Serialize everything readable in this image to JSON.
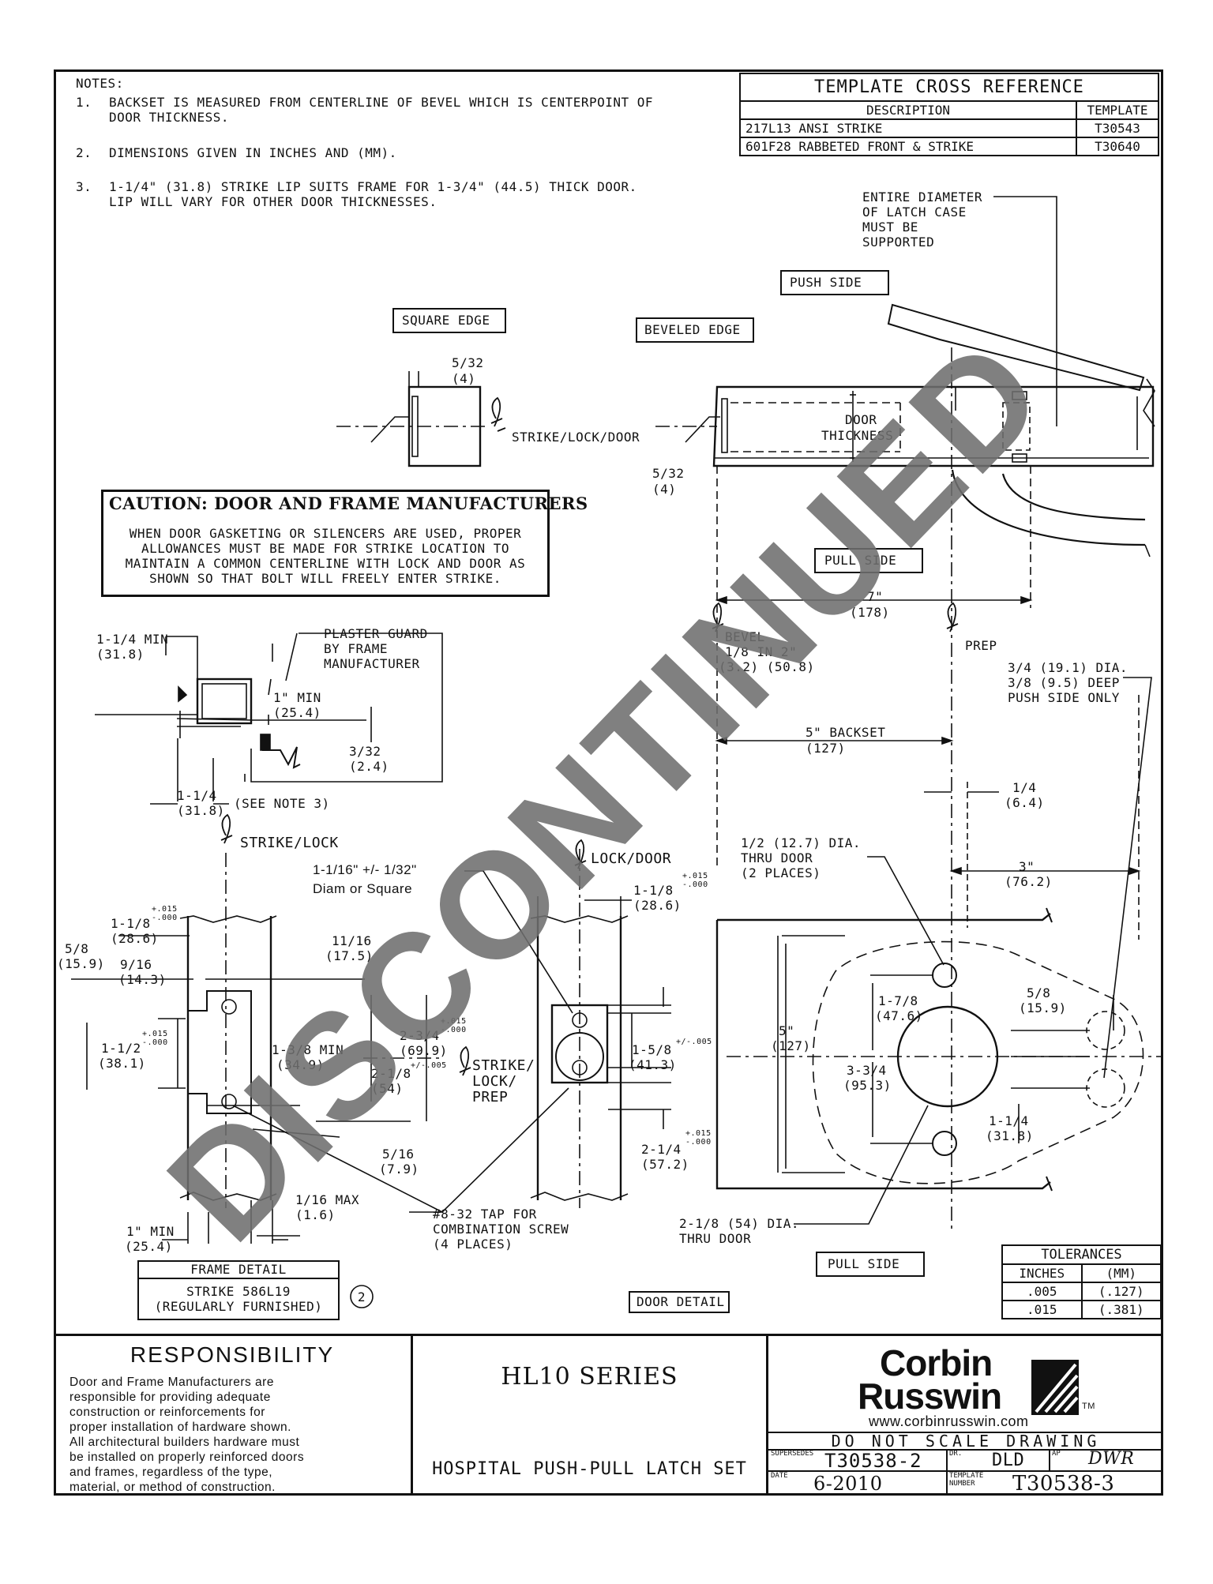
{
  "notes": {
    "heading": "NOTES:",
    "n1_num": "1.",
    "n1_l1": "BACKSET IS MEASURED FROM CENTERLINE OF BEVEL WHICH IS CENTERPOINT OF",
    "n1_l2": "DOOR THICKNESS.",
    "n2_num": "2.",
    "n2_l1": "DIMENSIONS GIVEN IN INCHES AND (MM).",
    "n3_num": "3.",
    "n3_l1": "1-1/4\" (31.8) STRIKE LIP SUITS FRAME FOR 1-3/4\" (44.5) THICK DOOR.",
    "n3_l2": "LIP WILL VARY FOR OTHER DOOR THICKNESSES."
  },
  "cross_ref": {
    "title": "TEMPLATE CROSS REFERENCE",
    "col_desc": "DESCRIPTION",
    "col_tmpl": "TEMPLATE",
    "rows": [
      {
        "desc": "217L13 ANSI STRIKE",
        "tmpl": "T30543"
      },
      {
        "desc": "601F28 RABBETED FRONT & STRIKE",
        "tmpl": "T30640"
      }
    ]
  },
  "labels": {
    "entire_l1": "ENTIRE DIAMETER",
    "entire_l2": "OF LATCH CASE",
    "entire_l3": "MUST BE",
    "entire_l4": "SUPPORTED",
    "push_side": "PUSH SIDE",
    "square_edge": "SQUARE EDGE",
    "beveled_edge": "BEVELED EDGE",
    "dim_532_a": "5/32",
    "dim_4_a": "(4)",
    "cl_strike_lock_door": "STRIKE/LOCK/DOOR",
    "door_thickness_l1": "DOOR",
    "door_thickness_l2": "THICKNESS",
    "dim_532_b": "5/32",
    "dim_4_b": "(4)",
    "pull_side_top": "PULL SIDE",
    "dim_7": "7\"",
    "dim_178": "(178)",
    "bevel_l1": "BEVEL",
    "bevel_l2": "1/8 IN 2\"",
    "bevel_l3": "(3.2) (50.8)",
    "prep": "PREP",
    "dia34_l1": "3/4 (19.1) DIA.",
    "dia34_l2": "3/8 (9.5) DEEP",
    "dia34_l3": "PUSH SIDE ONLY",
    "backset_l1": "5\" BACKSET",
    "backset_l2": "(127)",
    "q14_l1": "1/4",
    "q14_l2": "(6.4)",
    "dia12_l1": "1/2 (12.7) DIA.",
    "dia12_l2": "THRU DOOR",
    "dia12_l3": "(2 PLACES)",
    "d3_l1": "3\"",
    "d3_l2": "(76.2)",
    "pg_l1": "1-1/4 MIN",
    "pg_l2": "(31.8)",
    "pg_l3": "PLASTER GUARD",
    "pg_l4": "BY FRAME",
    "pg_l5": "MANUFACTURER",
    "pg_l6": "1\" MIN",
    "pg_l7": "(25.4)",
    "pg_l8": "3/32",
    "pg_l9": "(2.4)",
    "pg_l10": "1-1/4",
    "pg_l11": "(31.8)",
    "pg_l12": "(SEE NOTE 3)",
    "cl_strike_lock": "STRIKE/LOCK",
    "cl_lock_door": "LOCK/DOOR",
    "diam_sq_l1": "1-1/16\" +/- 1/32\"",
    "diam_sq_l2": "Diam or Square",
    "ld_118": "1-1/8",
    "ld_286": "(28.6)",
    "tol_015": "+.015",
    "tol_000": "-.000",
    "st_118": "1-1/8",
    "st_286": "(28.6)",
    "st_58": "5/8",
    "st_159": "(15.9)",
    "st_916": "9/16",
    "st_143": "(14.3)",
    "st_1116": "11/16",
    "st_175": "(17.5)",
    "st_112": "1-1/2",
    "st_381": "(38.1)",
    "st_138": "1-3/8 MIN",
    "st_349": "(34.9)",
    "st_234": "2-3/4",
    "st_699": "(69.9)",
    "st_218": "2-1/8",
    "st_54": "(54)",
    "tol_005": "+/-.005",
    "cl_slp_l1": "STRIKE/",
    "cl_slp_l2": "LOCK/",
    "cl_slp_l3": "PREP",
    "ld_158": "1-5/8",
    "ld_413": "(41.3)",
    "ld_214": "2-1/4",
    "ld_572": "(57.2)",
    "st_516": "5/16",
    "st_79": "(7.9)",
    "st_116": "1/16 MAX",
    "st_16": "(1.6)",
    "st_1min": "1\" MIN",
    "st_254": "(25.4)",
    "tap_l1": "#8-32 TAP FOR",
    "tap_l2": "COMBINATION SCREW",
    "tap_l3": "(4 PLACES)",
    "pr_5": "5\"",
    "pr_127": "(127)",
    "pr_178": "1-7/8",
    "pr_476": "(47.6)",
    "pr_334": "3-3/4",
    "pr_953": "(95.3)",
    "pr_58": "5/8",
    "pr_159": "(15.9)",
    "pr_114": "1-1/4",
    "pr_318": "(31.8)",
    "dia218_l1": "2-1/8 (54) DIA.",
    "dia218_l2": "THRU DOOR",
    "pull_side_bottom": "PULL SIDE",
    "door_detail": "DOOR DETAIL",
    "frame_detail_title": "FRAME DETAIL",
    "frame_detail_l1": "STRIKE 586L19",
    "frame_detail_l2": "(REGULARLY FURNISHED)",
    "circled_2": "2"
  },
  "caution": {
    "title": "CAUTION:  DOOR AND FRAME MANUFACTURERS",
    "l1": "WHEN DOOR GASKETING OR SILENCERS ARE USED, PROPER",
    "l2": "ALLOWANCES MUST BE MADE FOR STRIKE LOCATION TO",
    "l3": "MAINTAIN A COMMON CENTERLINE WITH LOCK AND DOOR AS",
    "l4": "SHOWN SO THAT BOLT WILL FREELY ENTER STRIKE."
  },
  "tolerances": {
    "title": "TOLERANCES",
    "col_in": "INCHES",
    "col_mm": "(MM)",
    "rows": [
      {
        "in": ".005",
        "mm": "(.127)"
      },
      {
        "in": ".015",
        "mm": "(.381)"
      }
    ]
  },
  "responsibility": {
    "title": "RESPONSIBILITY",
    "l1": "Door and Frame Manufacturers are",
    "l2": "responsible for providing adequate",
    "l3": "construction or reinforcements for",
    "l4": "proper installation of hardware shown.",
    "l5": "All architectural builders hardware must",
    "l6": "be installed on properly reinforced doors",
    "l7": "and frames, regardless of the type,",
    "l8": "material, or method of construction."
  },
  "product": {
    "series": "HL10 SERIES",
    "name": "HOSPITAL PUSH-PULL LATCH SET"
  },
  "brand": {
    "line1": "Corbin",
    "line2": "Russwin",
    "tm": "TM",
    "url": "www.corbinrusswin.com",
    "dns": "DO NOT SCALE DRAWING"
  },
  "titleblock": {
    "supersedes_label": "SUPERSEDES",
    "supersedes": "T30538-2",
    "dr_label": "DR.",
    "dr": "DLD",
    "ap_label": "AP",
    "ap": "DWR",
    "date_label": "DATE",
    "date": "6-2010",
    "tmpl_label_1": "TEMPLATE",
    "tmpl_label_2": "NUMBER",
    "tmpl": "T30538-3"
  },
  "watermark": "DISCONTINUED"
}
